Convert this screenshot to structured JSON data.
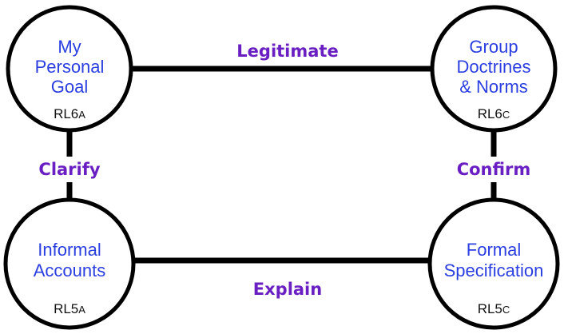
{
  "colors": {
    "node_text": "#2b3fe0",
    "edge_label": "#6a1fc2",
    "line": "#000000",
    "node_fill": "#ffffff"
  },
  "nodes": {
    "personal_goal": {
      "lines": [
        "My",
        "Personal",
        "Goal"
      ],
      "code": "RL6",
      "suffix": "A"
    },
    "group_doctrines": {
      "lines": [
        "Group",
        "Doctrines",
        "& Norms"
      ],
      "code": "RL6",
      "suffix": "C"
    },
    "informal_accounts": {
      "lines": [
        "Informal",
        "Accounts"
      ],
      "code": "RL5",
      "suffix": "A"
    },
    "formal_specification": {
      "lines": [
        "Formal",
        "Specification"
      ],
      "code": "RL5",
      "suffix": "C"
    }
  },
  "edges": {
    "legitimate": "Legitimate",
    "clarify": "Clarify",
    "confirm": "Confirm",
    "explain": "Explain"
  }
}
